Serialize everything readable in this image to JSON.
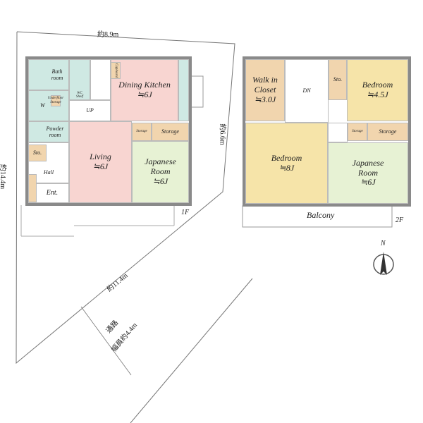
{
  "site": {
    "top_width": "約8.9m",
    "left_length": "約14.4m",
    "right_length": "約6.6m",
    "bottom_length": "約11.4m",
    "road_name": "通路",
    "road_width": "幅員約4.4m"
  },
  "floor1": {
    "label": "1F",
    "rooms": {
      "bath": "Bath room",
      "wc": "WC",
      "wc_shelf": "Shelf",
      "cupboard": "Cupboard",
      "underfloor": "Underfloor Storage",
      "washer": "W",
      "powder": "Powder room",
      "sto": "Sto.",
      "hall": "Hall",
      "entrance": "Ent.",
      "stairs": "UP",
      "dining_kitchen": "Dining Kitchen",
      "dining_kitchen_size": "≒6J",
      "living": "Living",
      "living_size": "≒6J",
      "storage_small": "Storage",
      "storage": "Storage",
      "japanese": "Japanese Room",
      "japanese_size": "≒6J"
    }
  },
  "floor2": {
    "label": "2F",
    "rooms": {
      "wic": "Walk in Closet",
      "wic_size": "≒3.0J",
      "stairs": "DN",
      "sto": "Sto.",
      "bedroom_small": "Bedroom",
      "bedroom_small_size": "≒4.5J",
      "bedroom_large": "Bedroom",
      "bedroom_large_size": "≒8J",
      "storage_small": "Storage",
      "storage": "Storage",
      "japanese": "Japanese Room",
      "japanese_size": "≒6J",
      "balcony": "Balcony"
    }
  },
  "compass": {
    "north": "N"
  }
}
